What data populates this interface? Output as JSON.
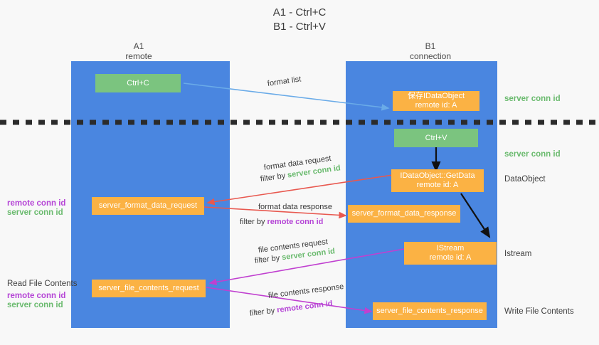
{
  "title": {
    "line1": "A1 - Ctrl+C",
    "line2": "B1 - Ctrl+V"
  },
  "colors": {
    "lane": "#4a86e0",
    "green_box": "#7bc47f",
    "orange_box": "#fbb244",
    "server_conn": "#6aba6e",
    "remote_conn": "#b545d6",
    "arrow_blue": "#6aabe8",
    "arrow_red": "#e8584f",
    "arrow_magenta": "#c040d0",
    "arrow_black": "#111111",
    "background": "#f8f8f8"
  },
  "columns": [
    {
      "name": "A1",
      "sub": "remote"
    },
    {
      "name": "B1",
      "sub": "connection"
    }
  ],
  "boxes": {
    "ctrl_c": "Ctrl+C",
    "ctrl_v": "Ctrl+V",
    "save_idataobject_l1": "保存IDataObject",
    "save_idataobject_l2": "remote id: A",
    "getdata_l1": "IDataObject::GetData",
    "getdata_l2": "remote id: A",
    "istream_l1": "IStream",
    "istream_l2": "remote id: A",
    "server_format_data_request": "server_format_data_request",
    "server_format_data_response": "server_format_data_response",
    "server_file_contents_request": "server_file_contents_request",
    "server_file_contents_response": "server_file_contents_response"
  },
  "side_labels": {
    "server_conn_top": "server conn id",
    "server_conn_mid": "server conn id",
    "dataobject": "DataObject",
    "istream": "Istream",
    "write_file_contents": "Write File Contents",
    "read_file_contents": "Read File Contents"
  },
  "left_stacks": {
    "format": {
      "remote": "remote conn id",
      "server": "server conn id"
    },
    "file": {
      "remote": "remote conn id",
      "server": "server conn id"
    }
  },
  "arrows": {
    "format_list": "format list",
    "format_data_request": "format data request",
    "format_data_request_filter_prefix": "filter by ",
    "format_data_request_filter_value": "server conn id",
    "format_data_response": "format data response",
    "format_data_response_filter_prefix": "filter by ",
    "format_data_response_filter_value": "remote conn id",
    "file_contents_request": "file contents request",
    "file_contents_request_filter_prefix": "filter by ",
    "file_contents_request_filter_value": "server conn id",
    "file_contents_response": "file contents response",
    "file_contents_response_filter_prefix": "filter by ",
    "file_contents_response_filter_value": "remote conn id"
  }
}
